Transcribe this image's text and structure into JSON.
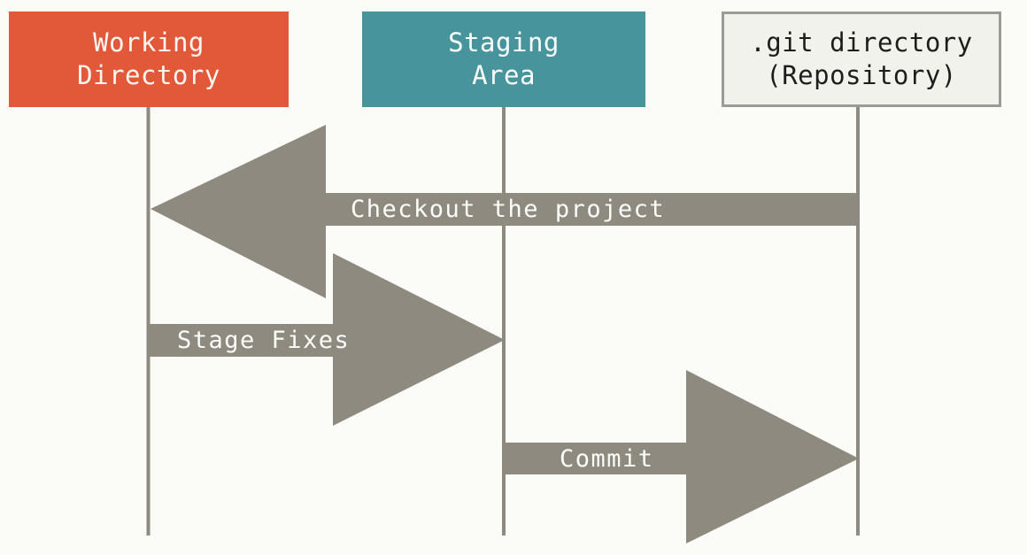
{
  "diagram": {
    "title": "Git local operations: working directory, staging area and repository",
    "type": "flow-diagram",
    "background_color": "#fbfbf7",
    "arrow_color": "#8e8a80",
    "lifeline_color": "#8e8a80"
  },
  "boxes": [
    {
      "id": "working-directory",
      "line1": "Working",
      "line2": "Directory",
      "fill": "#e2593a",
      "text_color": "#fdf6f2"
    },
    {
      "id": "staging-area",
      "line1": "Staging",
      "line2": "Area",
      "fill": "#48949c",
      "text_color": "#fbfdfd"
    },
    {
      "id": "git-directory",
      "line1": ".git directory",
      "line2": "(Repository)",
      "fill": "#f2f2ed",
      "text_color": "#1d1d1b",
      "border_color": "#9b9b94"
    }
  ],
  "arrows": [
    {
      "id": "checkout",
      "label": "Checkout the project",
      "direction": "left",
      "from": "git-directory",
      "to": "working-directory"
    },
    {
      "id": "stage-fixes",
      "label": "Stage Fixes",
      "direction": "right",
      "from": "working-directory",
      "to": "staging-area"
    },
    {
      "id": "commit",
      "label": "Commit",
      "direction": "right",
      "from": "staging-area",
      "to": "git-directory"
    }
  ]
}
